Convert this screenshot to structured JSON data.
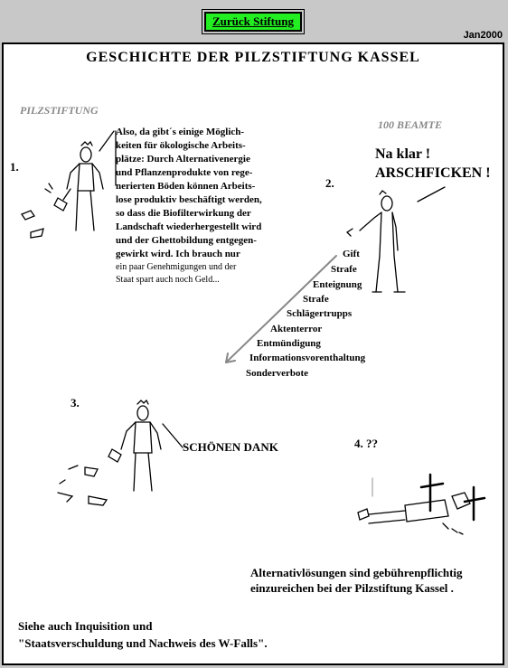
{
  "nav": {
    "back_label": "Zurück Stiftung",
    "date": "Jan2000"
  },
  "title": "GESCHICHTE  DER  PILZSTIFTUNG  KASSEL",
  "labels": {
    "pilzstiftung": "PILZSTIFTUNG",
    "beamte": "100 BEAMTE"
  },
  "steps": {
    "one": "1.",
    "two": "2.",
    "three": "3.",
    "four": "4. ??"
  },
  "speech1": {
    "bold_lines": [
      "Also, da gibt´s einige Möglich-",
      "keiten für ökologische Arbeits-",
      "plätze: Durch Alternativenergie",
      "und Pflanzenprodukte von rege-",
      "nerierten Böden können Arbeits-",
      "lose produktiv beschäftigt werden,",
      "so dass die Biofilterwirkung der",
      "Landschaft wiederhergestellt wird",
      "und der Ghettobildung entgegen-",
      "gewirkt wird. Ich brauch nur"
    ],
    "small_lines": [
      "ein paar Genehmigungen und der",
      "Staat spart auch noch Geld..."
    ]
  },
  "speech2": [
    "Na klar !",
    "ARSCHFICKEN !"
  ],
  "measures": [
    "Gift",
    "Strafe",
    "Enteignung",
    "Strafe",
    "Schlägertrupps",
    "Aktenterror",
    "Entmündigung",
    "Informationsvorenthaltung",
    "Sonderverbote"
  ],
  "speech3": "SCHÖNEN DANK",
  "footer_note": [
    "Alternativlösungen sind gebührenpflichtig",
    "einzureichen bei der Pilzstiftung Kassel ."
  ],
  "see_also": [
    "Siehe auch Inquisition und",
    "\"Staatsverschuldung und Nachweis des W-Falls\"."
  ]
}
